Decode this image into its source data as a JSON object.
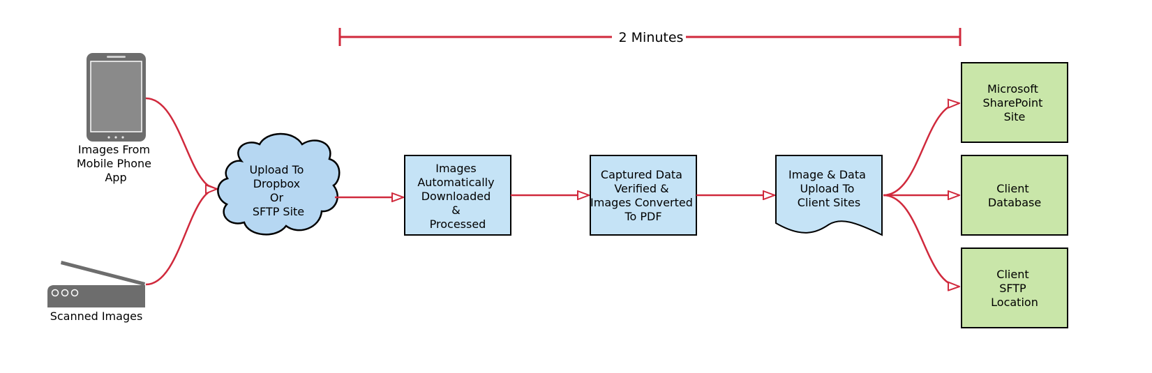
{
  "timeline": {
    "label": "2 Minutes",
    "color": "#d0293c"
  },
  "sources": {
    "phone_label": [
      "Images From",
      "Mobile Phone",
      "App"
    ],
    "scanner_label": "Scanned Images"
  },
  "cloud": {
    "lines": [
      "Upload To",
      "Dropbox",
      "Or",
      "SFTP Site"
    ],
    "fill": "#b6d7f2"
  },
  "process_steps": [
    {
      "lines": [
        "Images",
        "Automatically",
        "Downloaded",
        "&",
        "Processed"
      ]
    },
    {
      "lines": [
        "Captured Data",
        "Verified &",
        "Images Converted",
        "To PDF"
      ]
    }
  ],
  "document_step": {
    "lines": [
      "Image & Data",
      "Upload To",
      "Client Sites"
    ]
  },
  "destinations": [
    {
      "lines": [
        "Microsoft",
        "SharePoint",
        "Site"
      ]
    },
    {
      "lines": [
        "Client",
        "Database"
      ]
    },
    {
      "lines": [
        "Client",
        "SFTP",
        "Location"
      ]
    }
  ],
  "colors": {
    "process_fill": "#c5e3f6",
    "destination_fill": "#c9e6a9",
    "arrow": "#d0293c",
    "device": "#6d6d6d"
  },
  "icons": {
    "phone": "mobile-phone-icon",
    "scanner": "scanner-icon"
  }
}
